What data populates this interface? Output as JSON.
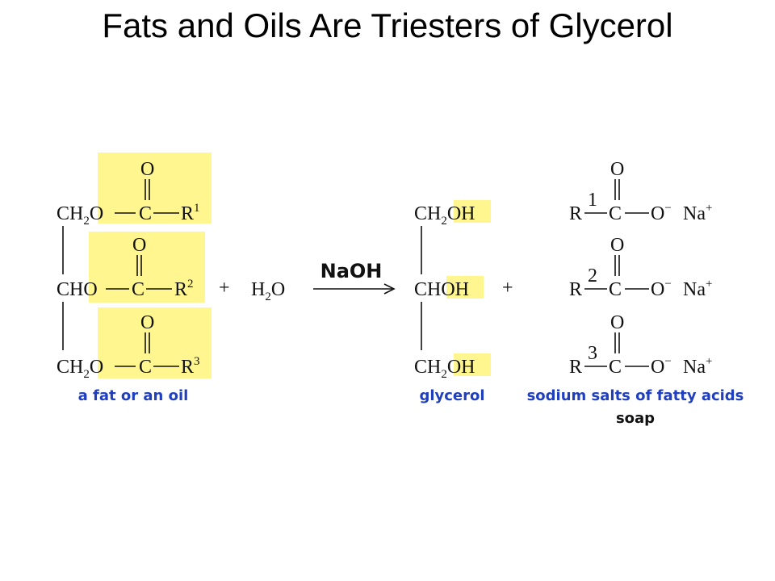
{
  "title": "Fats and Oils Are Triesters of Glycerol",
  "colors": {
    "highlight": "#fff68f",
    "caption": "#1f3fbf",
    "text": "#111111"
  },
  "fat": {
    "c1": "CH",
    "c1_sub": "2",
    "c2": "CH",
    "c3": "CH",
    "c3_sub": "2",
    "ester_o": "O",
    "carbonyl_c": "C",
    "carbonyl_o": "O",
    "r": "R",
    "r1": "1",
    "r2": "2",
    "r3": "3",
    "caption": "a fat or an oil"
  },
  "reagents": {
    "plus": "+",
    "water_h": "H",
    "water_sub": "2",
    "water_o": "O",
    "catalyst": "NaOH"
  },
  "glycerol": {
    "c1": "CH",
    "c1_sub": "2",
    "c2": "CH",
    "c3": "CH",
    "c3_sub": "2",
    "oh": "OH",
    "caption": "glycerol"
  },
  "salts": {
    "r": "R",
    "c": "C",
    "o": "O",
    "minus": "−",
    "na": "Na",
    "plus_charge": "+",
    "r1": "1",
    "r2": "2",
    "r3": "3",
    "caption": "sodium salts of fatty acids",
    "subcaption": "soap"
  },
  "products_plus": "+"
}
